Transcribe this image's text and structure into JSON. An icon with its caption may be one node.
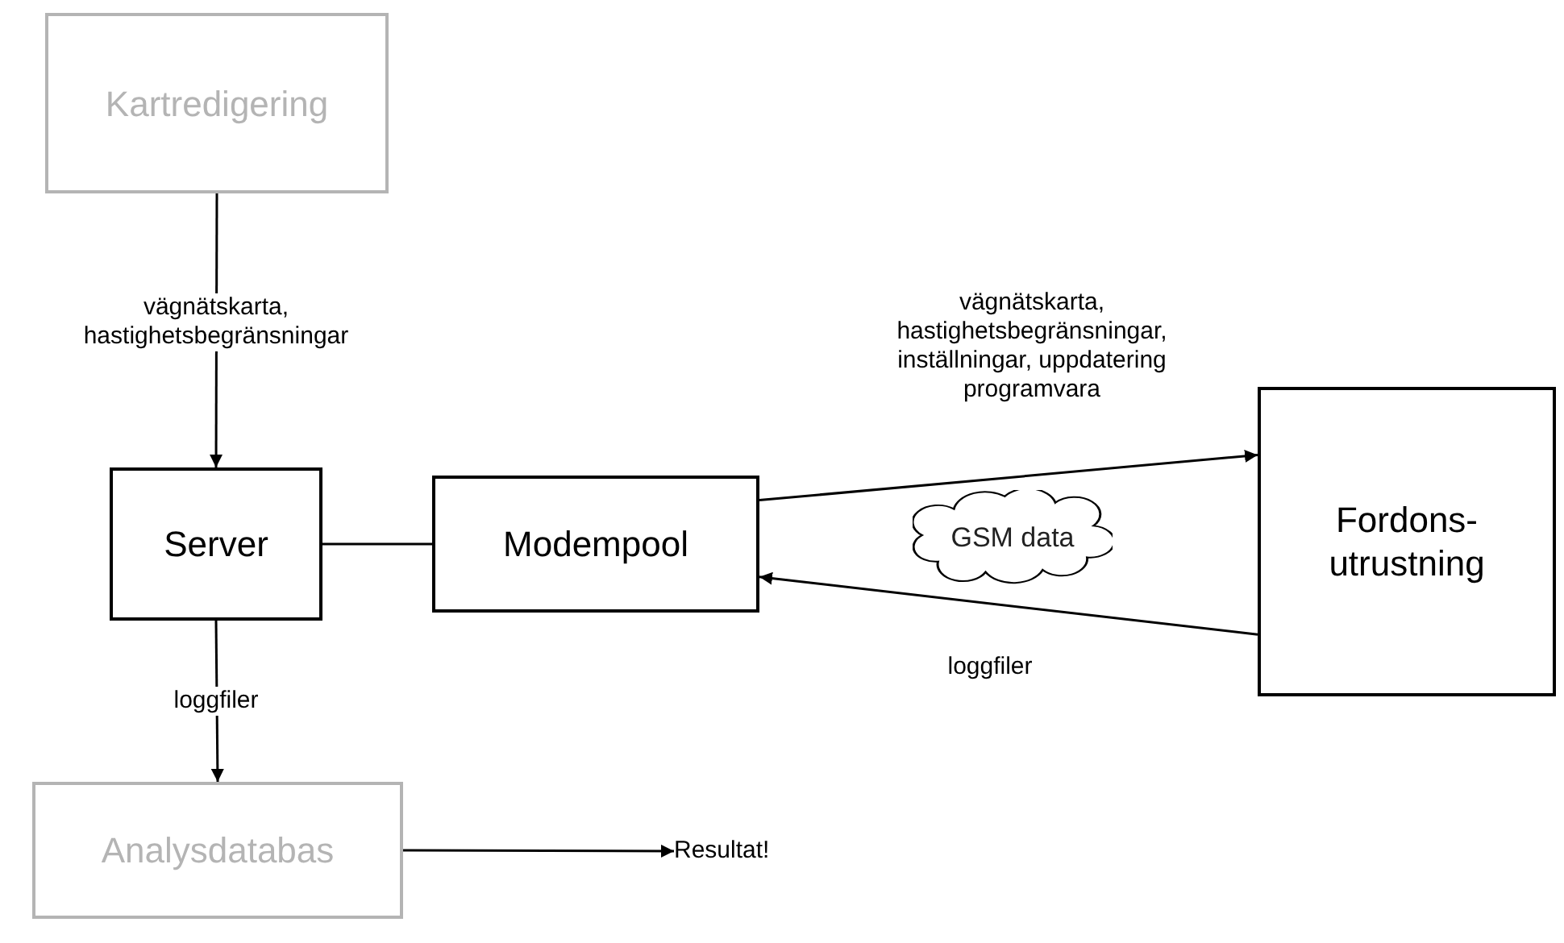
{
  "diagram": {
    "nodes": [
      {
        "text": [
          "Kartredigering"
        ]
      },
      {
        "text": [
          "Server"
        ]
      },
      {
        "text": [
          "Modempool"
        ]
      },
      {
        "text": [
          "GSM data"
        ]
      },
      {
        "text": [
          "Fordons- utrustning"
        ]
      },
      {
        "text": [
          "Analysdatabas"
        ]
      },
      {
        "text": [
          "Resultat!"
        ]
      }
    ],
    "edges": [
      {
        "from": 0,
        "to": 1,
        "arrow": "to",
        "label": "vägnätskarta, hastighetsbegränsningar"
      },
      {
        "from": 1,
        "to": 2,
        "arrow": "none"
      },
      {
        "from": 2,
        "to": 4,
        "arrow": "to",
        "label": "vägnätskarta, hastighetsbegränsningar, inställningar, uppdatering programvara"
      },
      {
        "from": 4,
        "to": 2,
        "arrow": "to",
        "label": "loggfiler"
      },
      {
        "from": 1,
        "to": 5,
        "arrow": "to",
        "label": "loggfiler"
      },
      {
        "from": 5,
        "to": 6,
        "arrow": "to"
      }
    ]
  }
}
